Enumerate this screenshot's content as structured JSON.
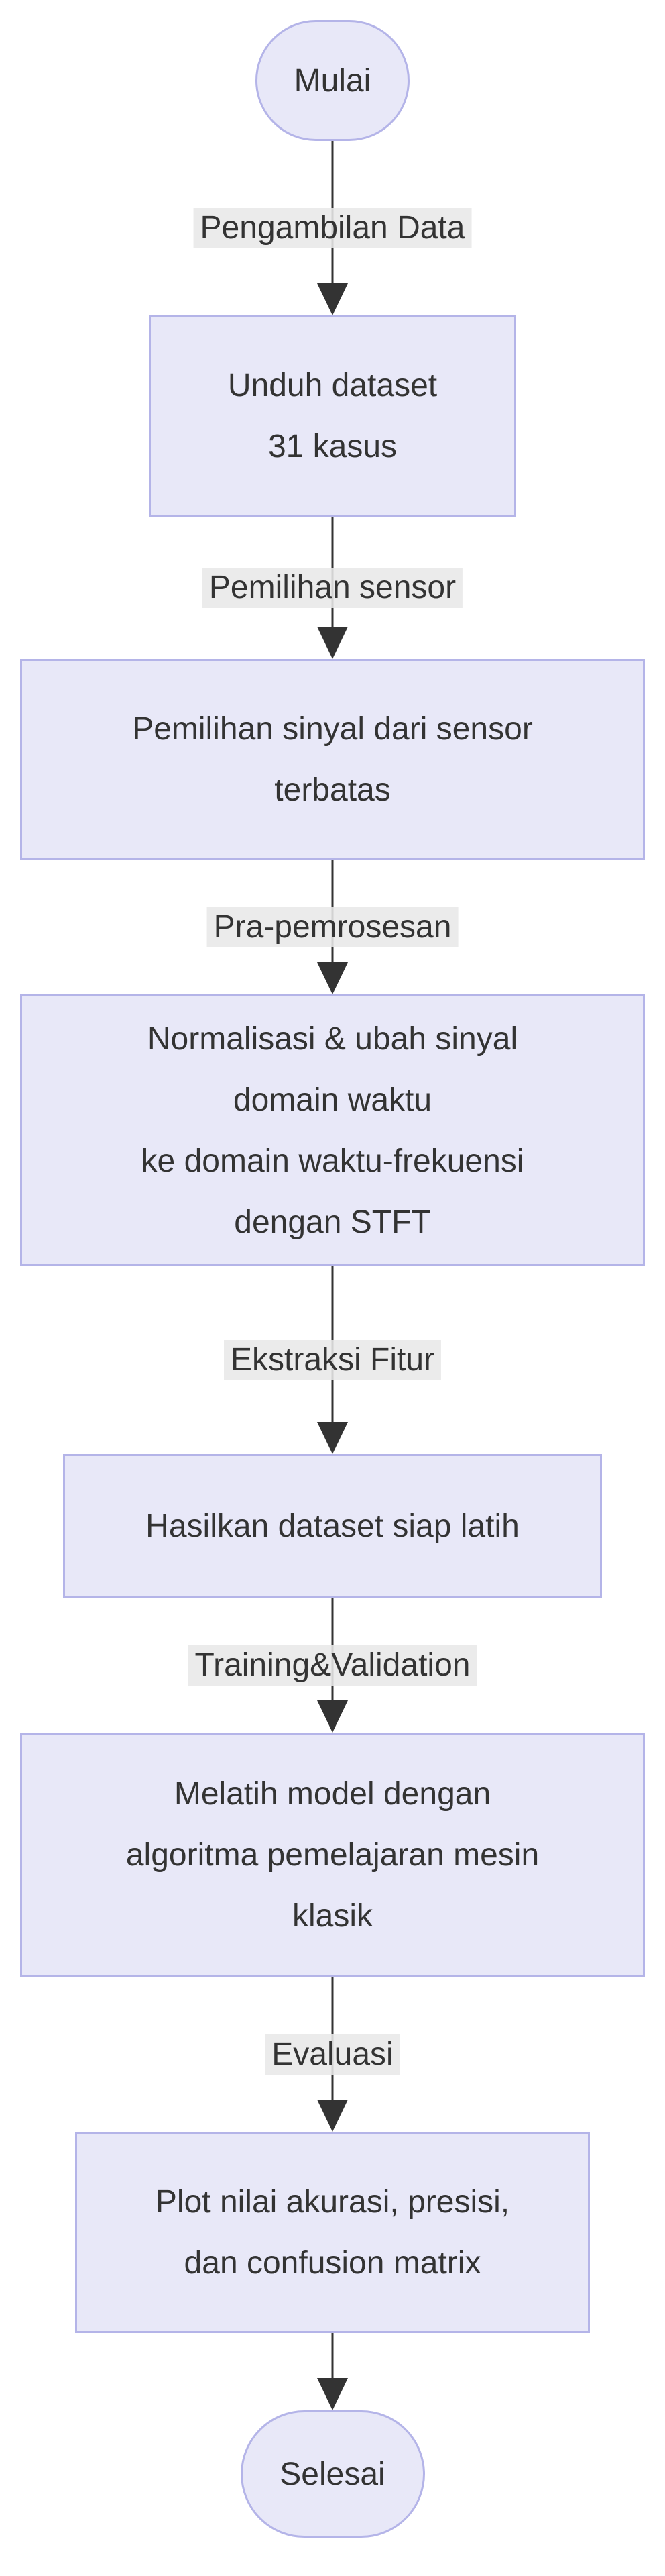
{
  "diagram": {
    "type": "flowchart",
    "direction": "top-down",
    "nodes": [
      {
        "id": "start",
        "shape": "stadium",
        "lines": [
          "Mulai"
        ]
      },
      {
        "id": "unduh-dataset",
        "shape": "rect",
        "lines": [
          "Unduh dataset",
          "31 kasus"
        ]
      },
      {
        "id": "pemilihan-sinyal",
        "shape": "rect",
        "lines": [
          "Pemilihan sinyal dari sensor",
          "terbatas"
        ]
      },
      {
        "id": "normalisasi-stft",
        "shape": "rect",
        "lines": [
          "Normalisasi & ubah sinyal",
          "domain waktu",
          "ke domain waktu-frekuensi",
          "dengan STFT"
        ]
      },
      {
        "id": "hasilkan-dataset",
        "shape": "rect",
        "lines": [
          "Hasilkan dataset siap latih"
        ]
      },
      {
        "id": "melatih-model",
        "shape": "rect",
        "lines": [
          "Melatih model dengan",
          "algoritma pemelajaran mesin",
          "klasik"
        ]
      },
      {
        "id": "plot-hasil",
        "shape": "rect",
        "lines": [
          "Plot nilai akurasi, presisi,",
          "dan confusion matrix"
        ]
      },
      {
        "id": "end",
        "shape": "stadium",
        "lines": [
          "Selesai"
        ]
      }
    ],
    "edges": [
      {
        "from": "start",
        "to": "unduh-dataset",
        "label": "Pengambilan Data"
      },
      {
        "from": "unduh-dataset",
        "to": "pemilihan-sinyal",
        "label": "Pemilihan sensor"
      },
      {
        "from": "pemilihan-sinyal",
        "to": "normalisasi-stft",
        "label": "Pra-pemrosesan"
      },
      {
        "from": "normalisasi-stft",
        "to": "hasilkan-dataset",
        "label": "Ekstraksi Fitur"
      },
      {
        "from": "hasilkan-dataset",
        "to": "melatih-model",
        "label": "Training&Validation"
      },
      {
        "from": "melatih-model",
        "to": "plot-hasil",
        "label": "Evaluasi"
      },
      {
        "from": "plot-hasil",
        "to": "end"
      }
    ],
    "colors": {
      "node_fill": "#E8E8F8",
      "node_border": "#B4B4E8",
      "edge_label_bg": "#E8E8E8",
      "edge_line": "#333333",
      "text": "#333333",
      "background": "#FFFFFF"
    }
  }
}
